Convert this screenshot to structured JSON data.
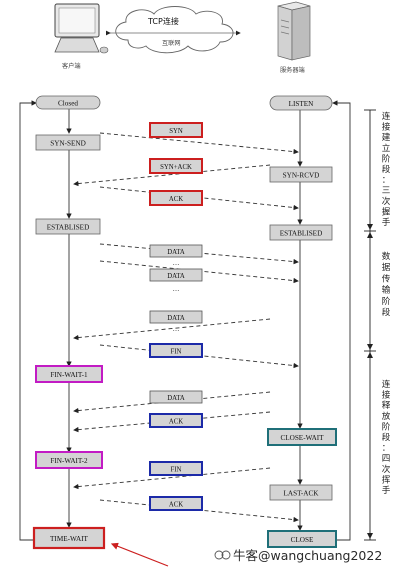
{
  "header": {
    "client_label": "客户端",
    "server_label": "服务器端",
    "link_title": "TCP连接",
    "link_subtitle": "互联网"
  },
  "client_states": {
    "closed": "Closed",
    "syn_send": "SYN-SEND",
    "established": "ESTABLISED",
    "fin_wait_1": "FIN-WAIT-1",
    "fin_wait_2": "FIN-WAIT-2",
    "time_wait": "TIME-WAIT"
  },
  "server_states": {
    "listen": "LISTEN",
    "syn_rcvd": "SYN-RCVD",
    "established": "ESTABLISED",
    "close_wait": "CLOSE-WAIT",
    "last_ack": "LAST-ACK",
    "close": "CLOSE"
  },
  "messages": {
    "syn": "SYN",
    "syn_ack": "SYN+ACK",
    "ack1": "ACK",
    "data1": "DATA",
    "dots1": "···",
    "data2": "DATA",
    "dots2": "···",
    "data3": "DATA",
    "dots3": "···",
    "fin1": "FIN",
    "data4": "DATA",
    "ack2": "ACK",
    "fin2": "FIN",
    "ack3": "ACK"
  },
  "phases": {
    "setup": [
      "连",
      "接",
      "建",
      "立",
      "阶",
      "段",
      "：",
      "三",
      "次",
      "握",
      "手"
    ],
    "transfer": [
      "数",
      "据",
      "传",
      "输",
      "阶",
      "段"
    ],
    "release": [
      "连",
      "接",
      "释",
      "放",
      "阶",
      "段",
      "：",
      "四",
      "次",
      "挥",
      "手"
    ]
  },
  "watermark": "牛客@wangchuang2022",
  "colors": {
    "red": "#cc1f1f",
    "blue": "#1c2aa8",
    "magenta": "#c21bc4",
    "teal": "#1f6f78",
    "box_fill": "#d4d4d4",
    "line": "#333333"
  }
}
